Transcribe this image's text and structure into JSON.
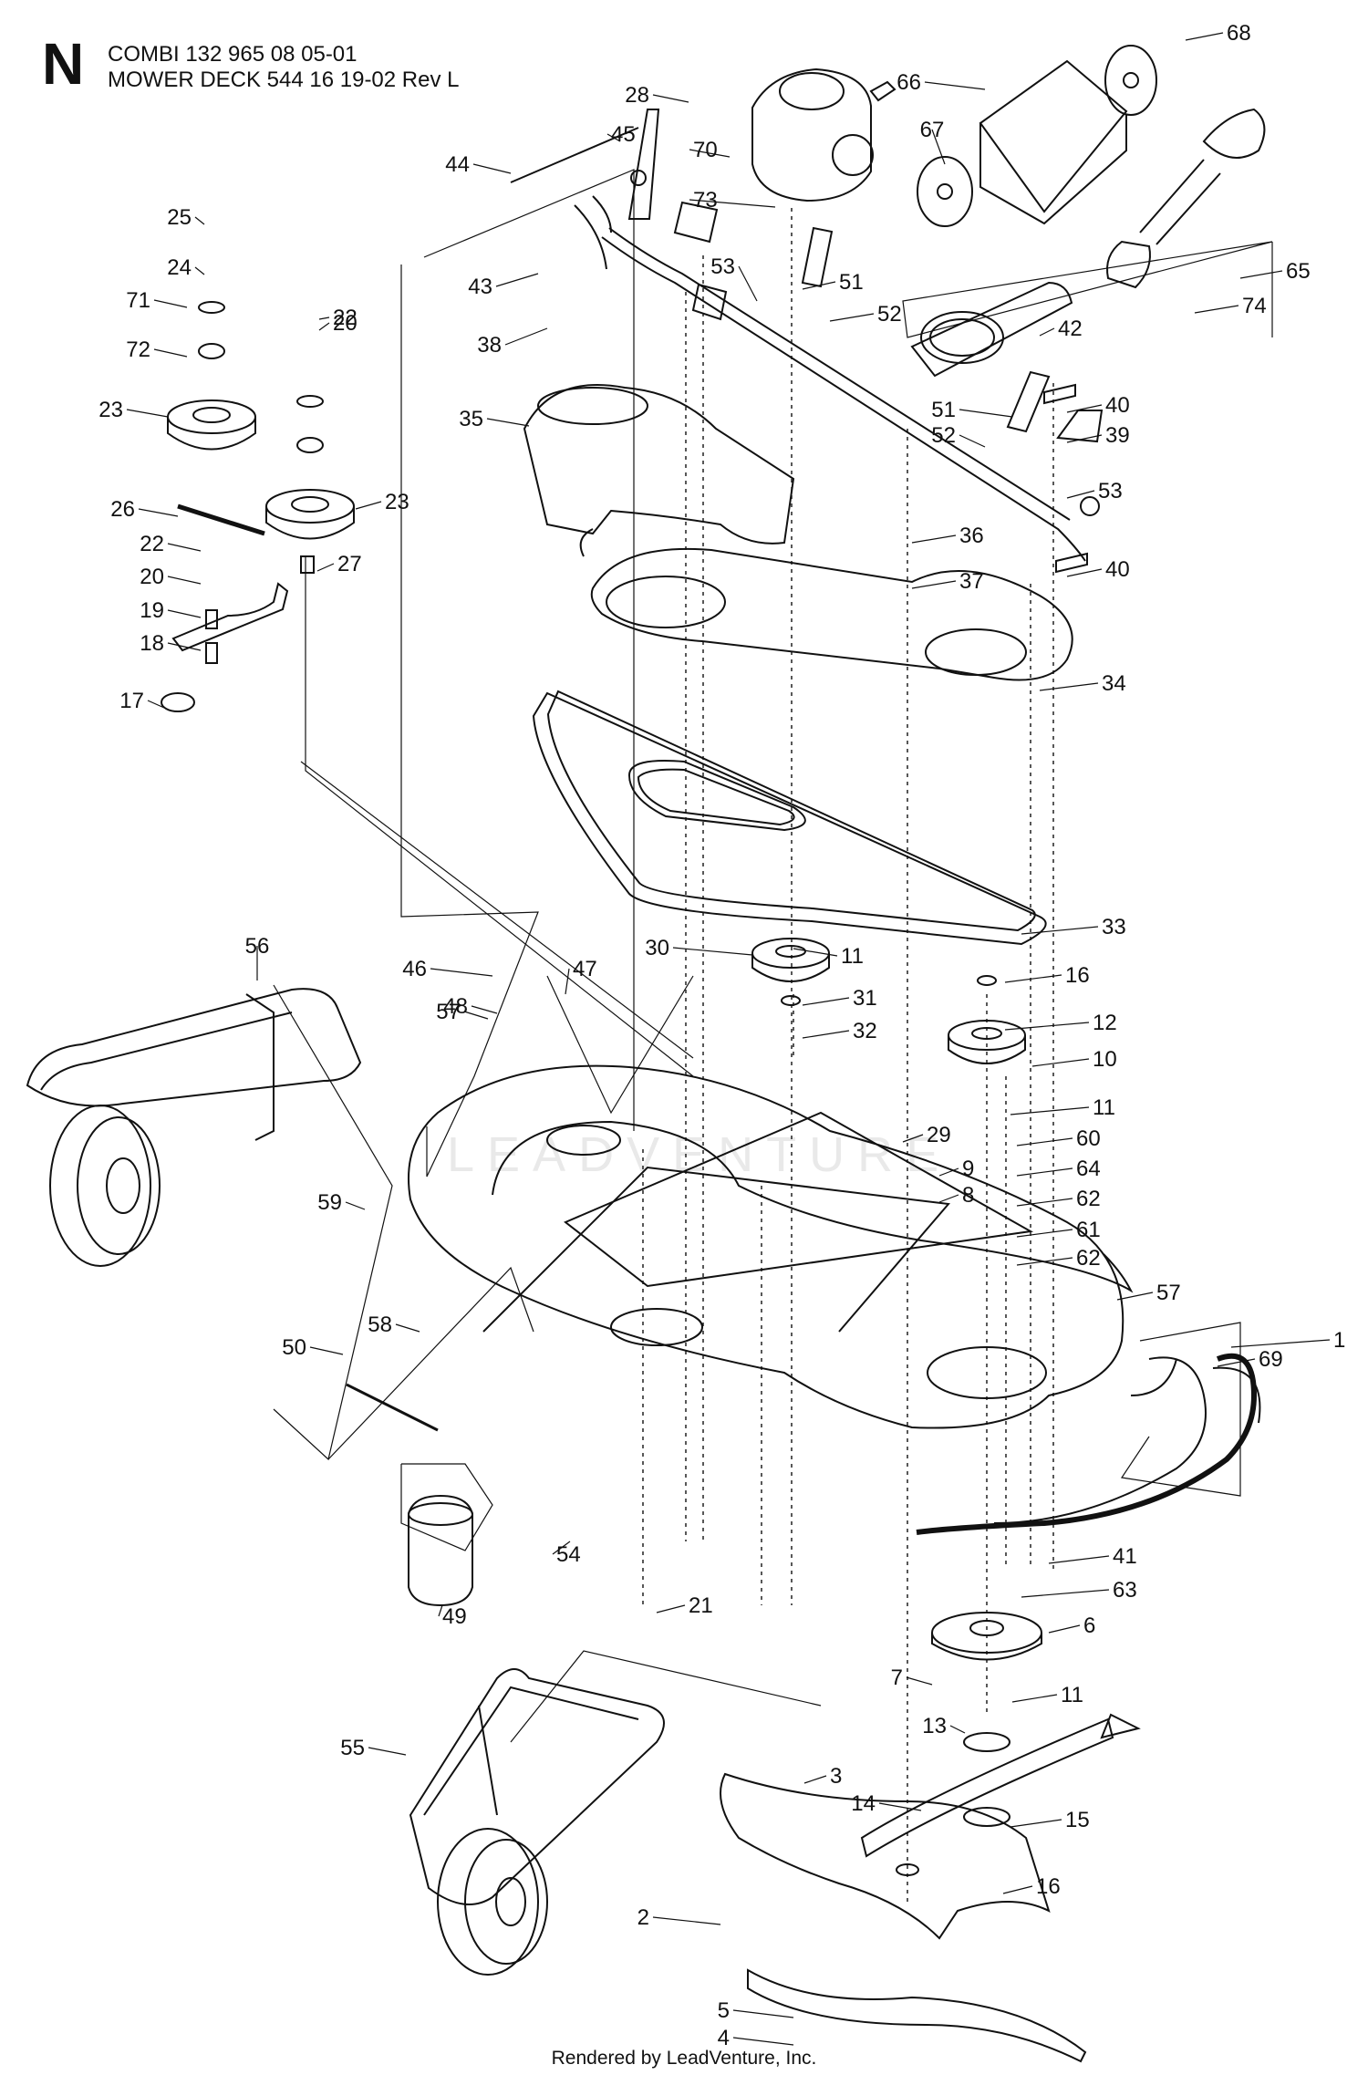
{
  "header": {
    "section_letter": "N",
    "line1": "COMBI 132 965 08 05-01",
    "line2": "MOWER DECK 544 16 19-02 Rev L"
  },
  "watermark": "LEADVENTURE",
  "footer": "Rendered by LeadVenture, Inc.",
  "callouts": [
    {
      "num": "1"
    },
    {
      "num": "2"
    },
    {
      "num": "3"
    },
    {
      "num": "4"
    },
    {
      "num": "5"
    },
    {
      "num": "6"
    },
    {
      "num": "7"
    },
    {
      "num": "8"
    },
    {
      "num": "9"
    },
    {
      "num": "10"
    },
    {
      "num": "11"
    },
    {
      "num": "11"
    },
    {
      "num": "11"
    },
    {
      "num": "12"
    },
    {
      "num": "13"
    },
    {
      "num": "14"
    },
    {
      "num": "15"
    },
    {
      "num": "16"
    },
    {
      "num": "16"
    },
    {
      "num": "17"
    },
    {
      "num": "18"
    },
    {
      "num": "19"
    },
    {
      "num": "20"
    },
    {
      "num": "20"
    },
    {
      "num": "21"
    },
    {
      "num": "22"
    },
    {
      "num": "22"
    },
    {
      "num": "23"
    },
    {
      "num": "23"
    },
    {
      "num": "24"
    },
    {
      "num": "25"
    },
    {
      "num": "26"
    },
    {
      "num": "27"
    },
    {
      "num": "28"
    },
    {
      "num": "29"
    },
    {
      "num": "30"
    },
    {
      "num": "31"
    },
    {
      "num": "32"
    },
    {
      "num": "33"
    },
    {
      "num": "34"
    },
    {
      "num": "35"
    },
    {
      "num": "36"
    },
    {
      "num": "37"
    },
    {
      "num": "38"
    },
    {
      "num": "39"
    },
    {
      "num": "40"
    },
    {
      "num": "40"
    },
    {
      "num": "41"
    },
    {
      "num": "42"
    },
    {
      "num": "43"
    },
    {
      "num": "44"
    },
    {
      "num": "45"
    },
    {
      "num": "46"
    },
    {
      "num": "47"
    },
    {
      "num": "48"
    },
    {
      "num": "49"
    },
    {
      "num": "50"
    },
    {
      "num": "51"
    },
    {
      "num": "51"
    },
    {
      "num": "52"
    },
    {
      "num": "52"
    },
    {
      "num": "53"
    },
    {
      "num": "53"
    },
    {
      "num": "54"
    },
    {
      "num": "55"
    },
    {
      "num": "56"
    },
    {
      "num": "57"
    },
    {
      "num": "57"
    },
    {
      "num": "58"
    },
    {
      "num": "59"
    },
    {
      "num": "60"
    },
    {
      "num": "61"
    },
    {
      "num": "62"
    },
    {
      "num": "62"
    },
    {
      "num": "63"
    },
    {
      "num": "64"
    },
    {
      "num": "65"
    },
    {
      "num": "66"
    },
    {
      "num": "67"
    },
    {
      "num": "68"
    },
    {
      "num": "69"
    },
    {
      "num": "70"
    },
    {
      "num": "71"
    },
    {
      "num": "72"
    },
    {
      "num": "73"
    },
    {
      "num": "74"
    }
  ]
}
